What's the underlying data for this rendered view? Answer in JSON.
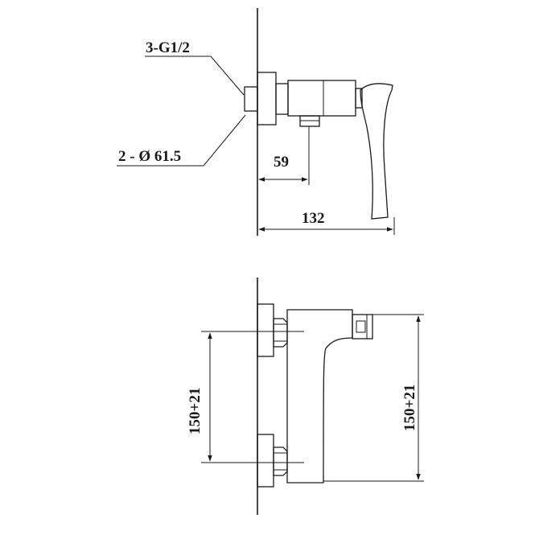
{
  "side_view": {
    "label_thread": "3-G1/2",
    "label_diameter": "2 - Ø 61.5",
    "dim_inner": "59",
    "dim_overall": "132"
  },
  "front_view": {
    "dim_inlet_spacing": "150+21",
    "dim_body_spacing": "150+21"
  }
}
